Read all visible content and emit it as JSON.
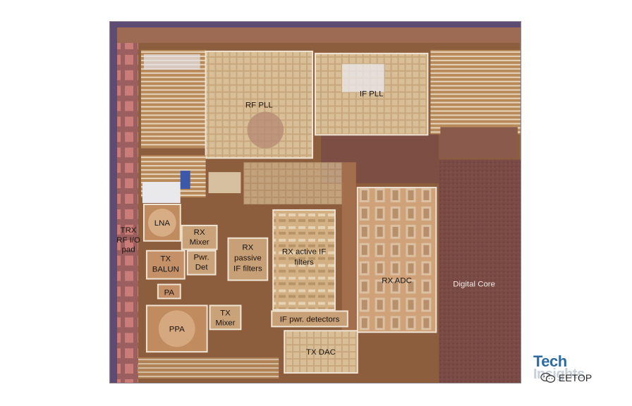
{
  "labels": {
    "rf_pll": "RF PLL",
    "if_pll": "IF PLL",
    "lna": "LNA",
    "trx_rf_io_line1": "TRX",
    "trx_rf_io_line2": "RF I/O",
    "trx_rf_io_line3": "pad",
    "rx_mixer_line1": "RX",
    "rx_mixer_line2": "Mixer",
    "pwr_det_line1": "Pwr.",
    "pwr_det_line2": "Det",
    "tx_balun_line1": "TX",
    "tx_balun_line2": "BALUN",
    "pa": "PA",
    "rx_passive_line1": "RX",
    "rx_passive_line2": "passive",
    "rx_passive_line3": "IF filters",
    "rx_active_line1": "RX active IF",
    "rx_active_line2": "filters",
    "rx_adc": "RX ADC",
    "digital_core": "Digital Core",
    "ppa": "PPA",
    "tx_mixer_line1": "TX",
    "tx_mixer_line2": "Mixer",
    "if_pwr_detectors": "IF pwr. detectors",
    "tx_dac": "TX DAC"
  },
  "watermark": {
    "tech": "Tech",
    "insights": "Insights",
    "brand": "EETOP"
  },
  "colors": {
    "die_base": "#8a5a3a",
    "digital_core": "#7a4b44",
    "block_fill": "#c79a63",
    "block_border": "#e8dccd",
    "pad_ring": "#5a4a6a",
    "tech_blue": "#2e6b9e"
  }
}
